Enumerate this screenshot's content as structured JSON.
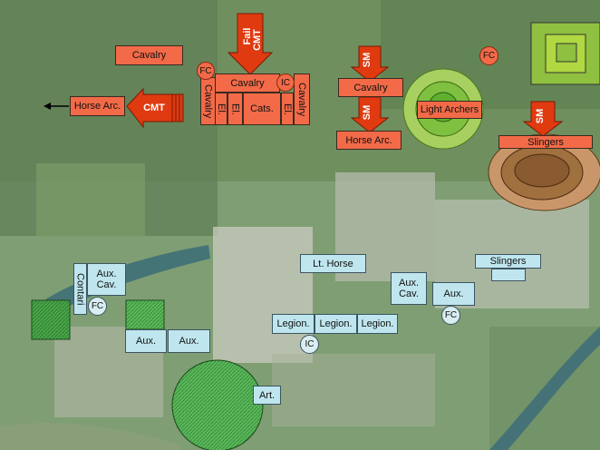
{
  "red_units": {
    "cavalry_top": "Cavalry",
    "cavalry_center": "Cavalry",
    "cavalry_left_vert": "Cavalry",
    "cavalry_right_vert": "Cavalry",
    "el_1": "El.",
    "el_2": "El.",
    "el_3": "El.",
    "cats": "Cats.",
    "horse_arc_left": "Horse Arc.",
    "cavalry_sm": "Cavalry",
    "horse_arc_sm": "Horse Arc.",
    "light_archers": "Light Archers",
    "slingers": "Slingers",
    "fc_1": "FC",
    "ic": "IC",
    "fc_2": "FC"
  },
  "blue_units": {
    "aux_cav_left": "Aux.\nCav.",
    "contari": "Contari",
    "fc_left": "FC",
    "aux_1": "Aux.",
    "aux_2": "Aux.",
    "lt_horse": "Lt. Horse",
    "legion_1": "Legion.",
    "legion_2": "Legion.",
    "legion_3": "Legion.",
    "ic": "IC",
    "aux_cav_right": "Aux.\nCav.",
    "aux_right": "Aux.",
    "fc_right": "FC",
    "slingers": "Slingers",
    "art": "Art."
  },
  "arrows": {
    "fail_cmt_1": "Fail",
    "fail_cmt_2": "CMT",
    "cmt": "CMT",
    "sm_1": "SM",
    "sm_2": "SM",
    "sm_3": "SM"
  },
  "colors": {
    "red_unit": "#f26a48",
    "red_arrow": "#e03a10",
    "blue_unit": "#bfe6ee",
    "hill_green": "#5fbf3f",
    "hill_brown": "#8a5a30"
  }
}
